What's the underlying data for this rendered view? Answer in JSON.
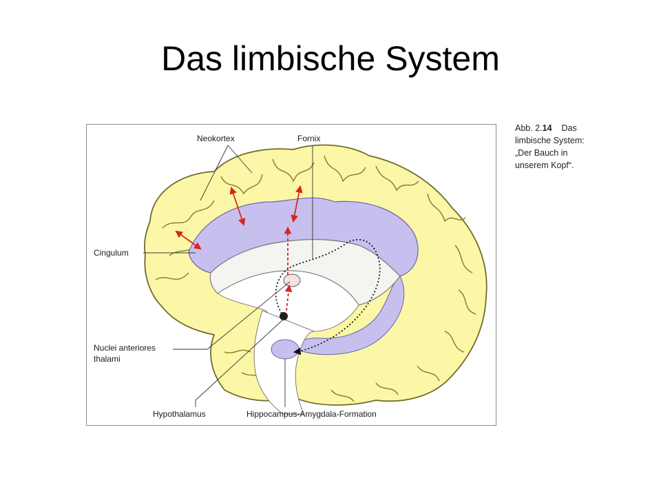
{
  "slide": {
    "title": "Das limbische System"
  },
  "figure": {
    "labels": {
      "neokortex": "Neokortex",
      "fornix": "Fornix",
      "cingulum": "Cingulum",
      "nuclei_line1": "Nuclei anteriores",
      "nuclei_line2": "thalami",
      "hypothalamus": "Hypothalamus",
      "hippocampus": "Hippocampus-Amygdala-Formation"
    },
    "colors": {
      "cortex": "#fbf7a6",
      "limbic": "#c7c0ee",
      "arrow": "#d8261c"
    }
  },
  "caption": {
    "prefix": "Abb. 2.",
    "number": "14",
    "word1": "Das",
    "line2": "limbische System:",
    "line3": "„Der Bauch in",
    "line4": "unserem Kopf“."
  }
}
